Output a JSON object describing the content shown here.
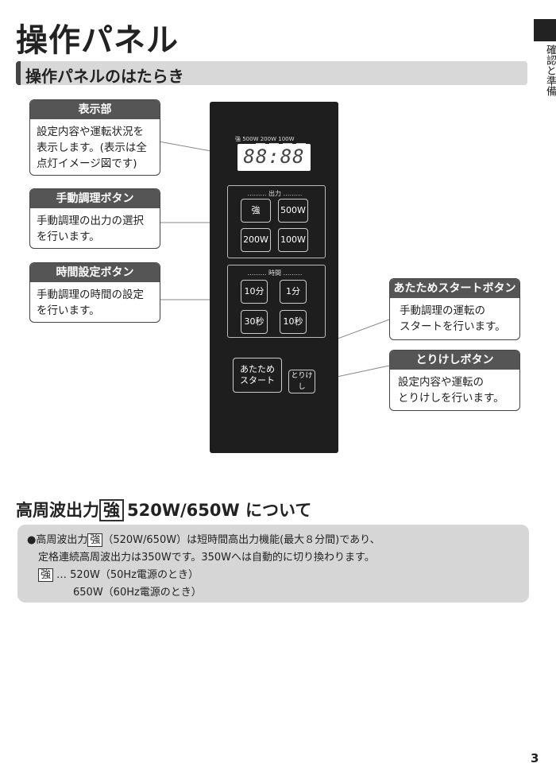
{
  "page": {
    "title": "操作パネル",
    "side_label": "確認と準備",
    "page_number": "3"
  },
  "section": {
    "title": "操作パネルのはたらき"
  },
  "callouts": {
    "display": {
      "title": "表示部",
      "lines": [
        "設定内容や運転状況を",
        "表示します。(表示は全",
        "点灯イメージ図です)"
      ]
    },
    "manual": {
      "title": "手動調理ボタン",
      "lines": [
        "手動調理の出力の選択",
        "を行います。"
      ]
    },
    "time": {
      "title": "時間設定ボタン",
      "lines": [
        "手動調理の時間の設定",
        "を行います。"
      ]
    },
    "start": {
      "title": "あたためスタートボタン",
      "lines": [
        "手動調理の運転の",
        "スタートを行います。"
      ]
    },
    "cancel": {
      "title": "とりけしボタン",
      "lines": [
        "設定内容や運転の",
        "とりけしを行います。"
      ]
    }
  },
  "panel": {
    "indicators": "強 500W 200W 100W",
    "digits": "88:88",
    "output_group_label": "……… 出力 ………",
    "time_group_label": "……… 時間 ………",
    "buttons": {
      "strong": "強",
      "w500": "500W",
      "w200": "200W",
      "w100": "100W",
      "min10": "10分",
      "min1": "1分",
      "sec30": "30秒",
      "sec10": "10秒",
      "start_line1": "あたため",
      "start_line2": "スタート",
      "cancel": "とりけし"
    }
  },
  "power_section": {
    "title_pre": "高周波出力",
    "title_box": "強",
    "title_post": "520W/650W について"
  },
  "note": {
    "line1_pre": "●高周波出力",
    "line1_box": "強",
    "line1_post": "（520W/650W）は短時間高出力機能(最大８分間)であり、",
    "line2": "定格連続高周波出力は350Wです。350Wへは自動的に切り換わります。",
    "line3_box": "強",
    "line3_post": "… 520W（50Hz電源のとき）",
    "line4": "650W（60Hz電源のとき）"
  },
  "colors": {
    "panel": "#1e1e1e",
    "callout_header": "#555555",
    "section_bar": "#d8d8d8",
    "note_bg": "#d6d6d6"
  }
}
